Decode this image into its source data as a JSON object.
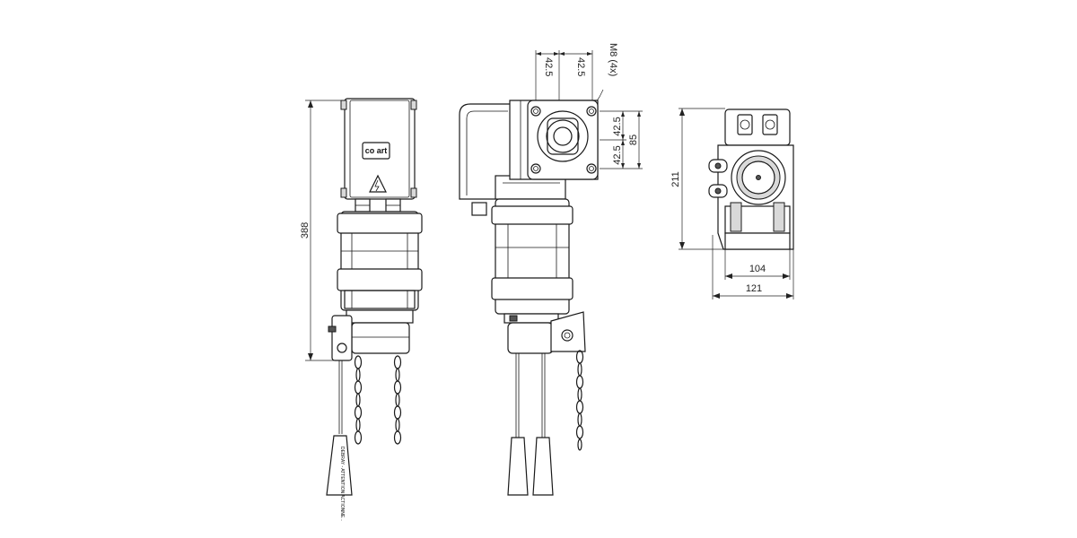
{
  "front_view": {
    "logo_text": "co art",
    "height_dim": "388",
    "handle_text": "DEBRAY - ATTENTION\nACTIONNE..."
  },
  "side_view": {
    "spacing_dim_1": "42.5",
    "spacing_dim_2": "42.5",
    "thread_label": "M8 (4x)",
    "vert_dim_1": "42.5",
    "vert_dim_2": "42.5",
    "vert_total": "85"
  },
  "end_view": {
    "height_dim": "211",
    "inner_width_dim": "104",
    "outer_width_dim": "121"
  },
  "colors": {
    "line": "#1a1a1a",
    "fill_gray": "#d9d9d9"
  }
}
